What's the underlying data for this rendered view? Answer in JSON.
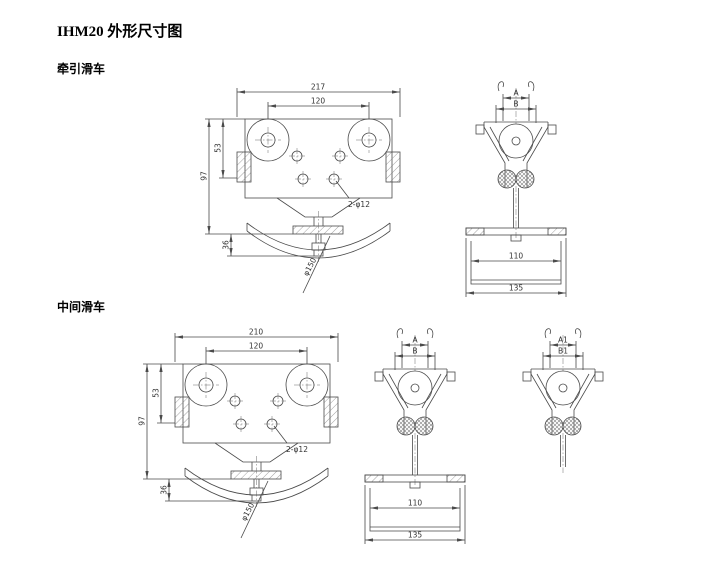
{
  "page": {
    "title": "IHM20 外形尺寸图",
    "section1": "牵引滑车",
    "section2": "中间滑车"
  },
  "traction_front": {
    "total_width": "217",
    "wheel_span": "120",
    "h_upper": "53",
    "h_body": "97",
    "h_lower": "36",
    "holes": "2-φ12",
    "arc_dia": "φ150"
  },
  "traction_side": {
    "dim_a": "A",
    "dim_b": "B",
    "channel_inner": "110",
    "channel_outer": "135"
  },
  "middle_front": {
    "total_width": "210",
    "wheel_span": "120",
    "h_upper": "53",
    "h_body": "97",
    "h_lower": "36",
    "holes": "2-φ12",
    "arc_dia": "φ150"
  },
  "middle_side": {
    "dim_a": "A",
    "dim_b": "B",
    "channel_inner": "110",
    "channel_outer": "135"
  },
  "middle_side_alt": {
    "dim_a": "A1",
    "dim_b": "B1"
  }
}
